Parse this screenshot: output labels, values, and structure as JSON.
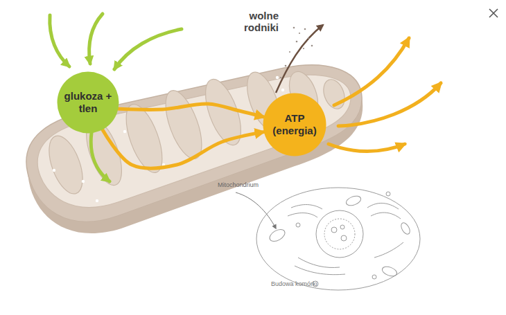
{
  "diagram": {
    "nodes": [
      {
        "text": [
          "glukoza + tlen"
        ]
      },
      {
        "text": [
          "ATP (energia)"
        ]
      }
    ],
    "edges": [
      {
        "from": 0,
        "to": 1,
        "arrow": "to"
      },
      {
        "from": 0,
        "to": 1,
        "arrow": "to"
      }
    ],
    "labels": [
      "wolne rodniki",
      "Mitochondrium",
      "Budowa komórki"
    ]
  }
}
